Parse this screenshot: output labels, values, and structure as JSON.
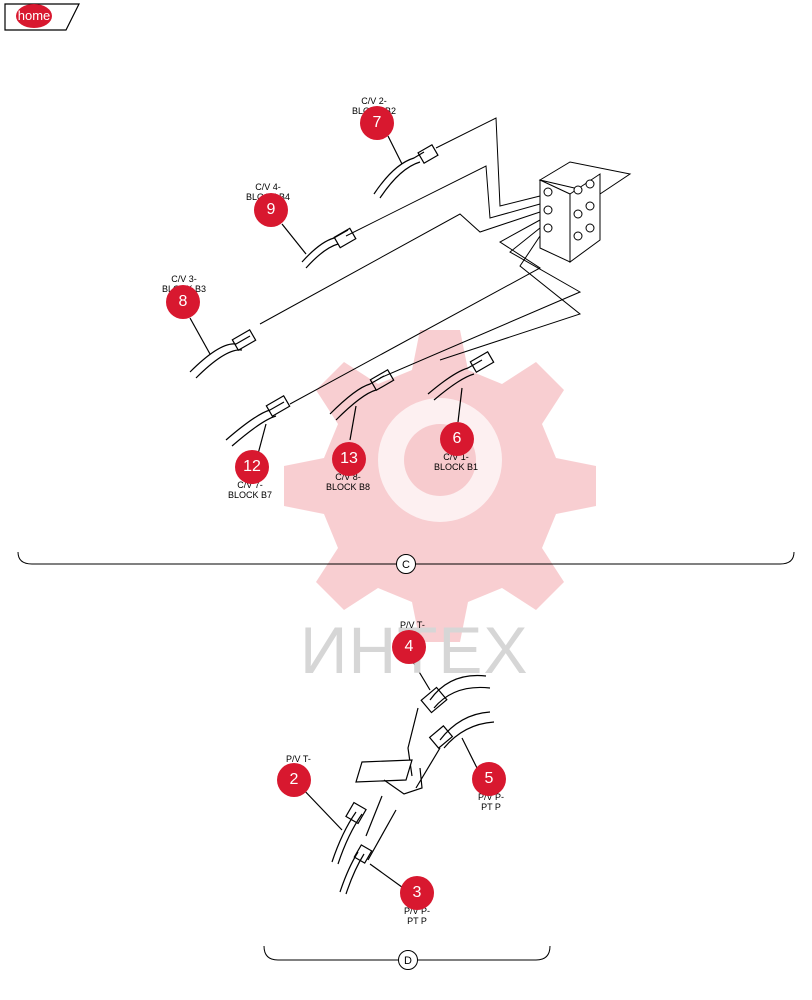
{
  "nav": {
    "home_label": "home"
  },
  "watermark": {
    "text": "ИНТЕХ",
    "color": "#f2a6ab"
  },
  "accent_color": "#d8182f",
  "views": [
    {
      "id": "C",
      "label": "C"
    },
    {
      "id": "D",
      "label": "D"
    }
  ],
  "callouts": [
    {
      "number": "7",
      "label_line1": "C/V 2-",
      "label_line2": "BLOCK B2"
    },
    {
      "number": "9",
      "label_line1": "C/V 4-",
      "label_line2": "BLOCK B4"
    },
    {
      "number": "8",
      "label_line1": "C/V 3-",
      "label_line2": "BLOCK B3"
    },
    {
      "number": "6",
      "label_line1": "C/V 1-",
      "label_line2": "BLOCK B1"
    },
    {
      "number": "12",
      "label_line1": "C/V 7-",
      "label_line2": "BLOCK B7"
    },
    {
      "number": "13",
      "label_line1": "C/V 8-",
      "label_line2": "BLOCK B8"
    },
    {
      "number": "4",
      "label_line1": "P/V T-",
      "label_line2": ""
    },
    {
      "number": "2",
      "label_line1": "P/V T-",
      "label_line2": ""
    },
    {
      "number": "5",
      "label_line1": "P/V P-",
      "label_line2": "PT P"
    },
    {
      "number": "3",
      "label_line1": "P/V P-",
      "label_line2": "PT P"
    }
  ]
}
